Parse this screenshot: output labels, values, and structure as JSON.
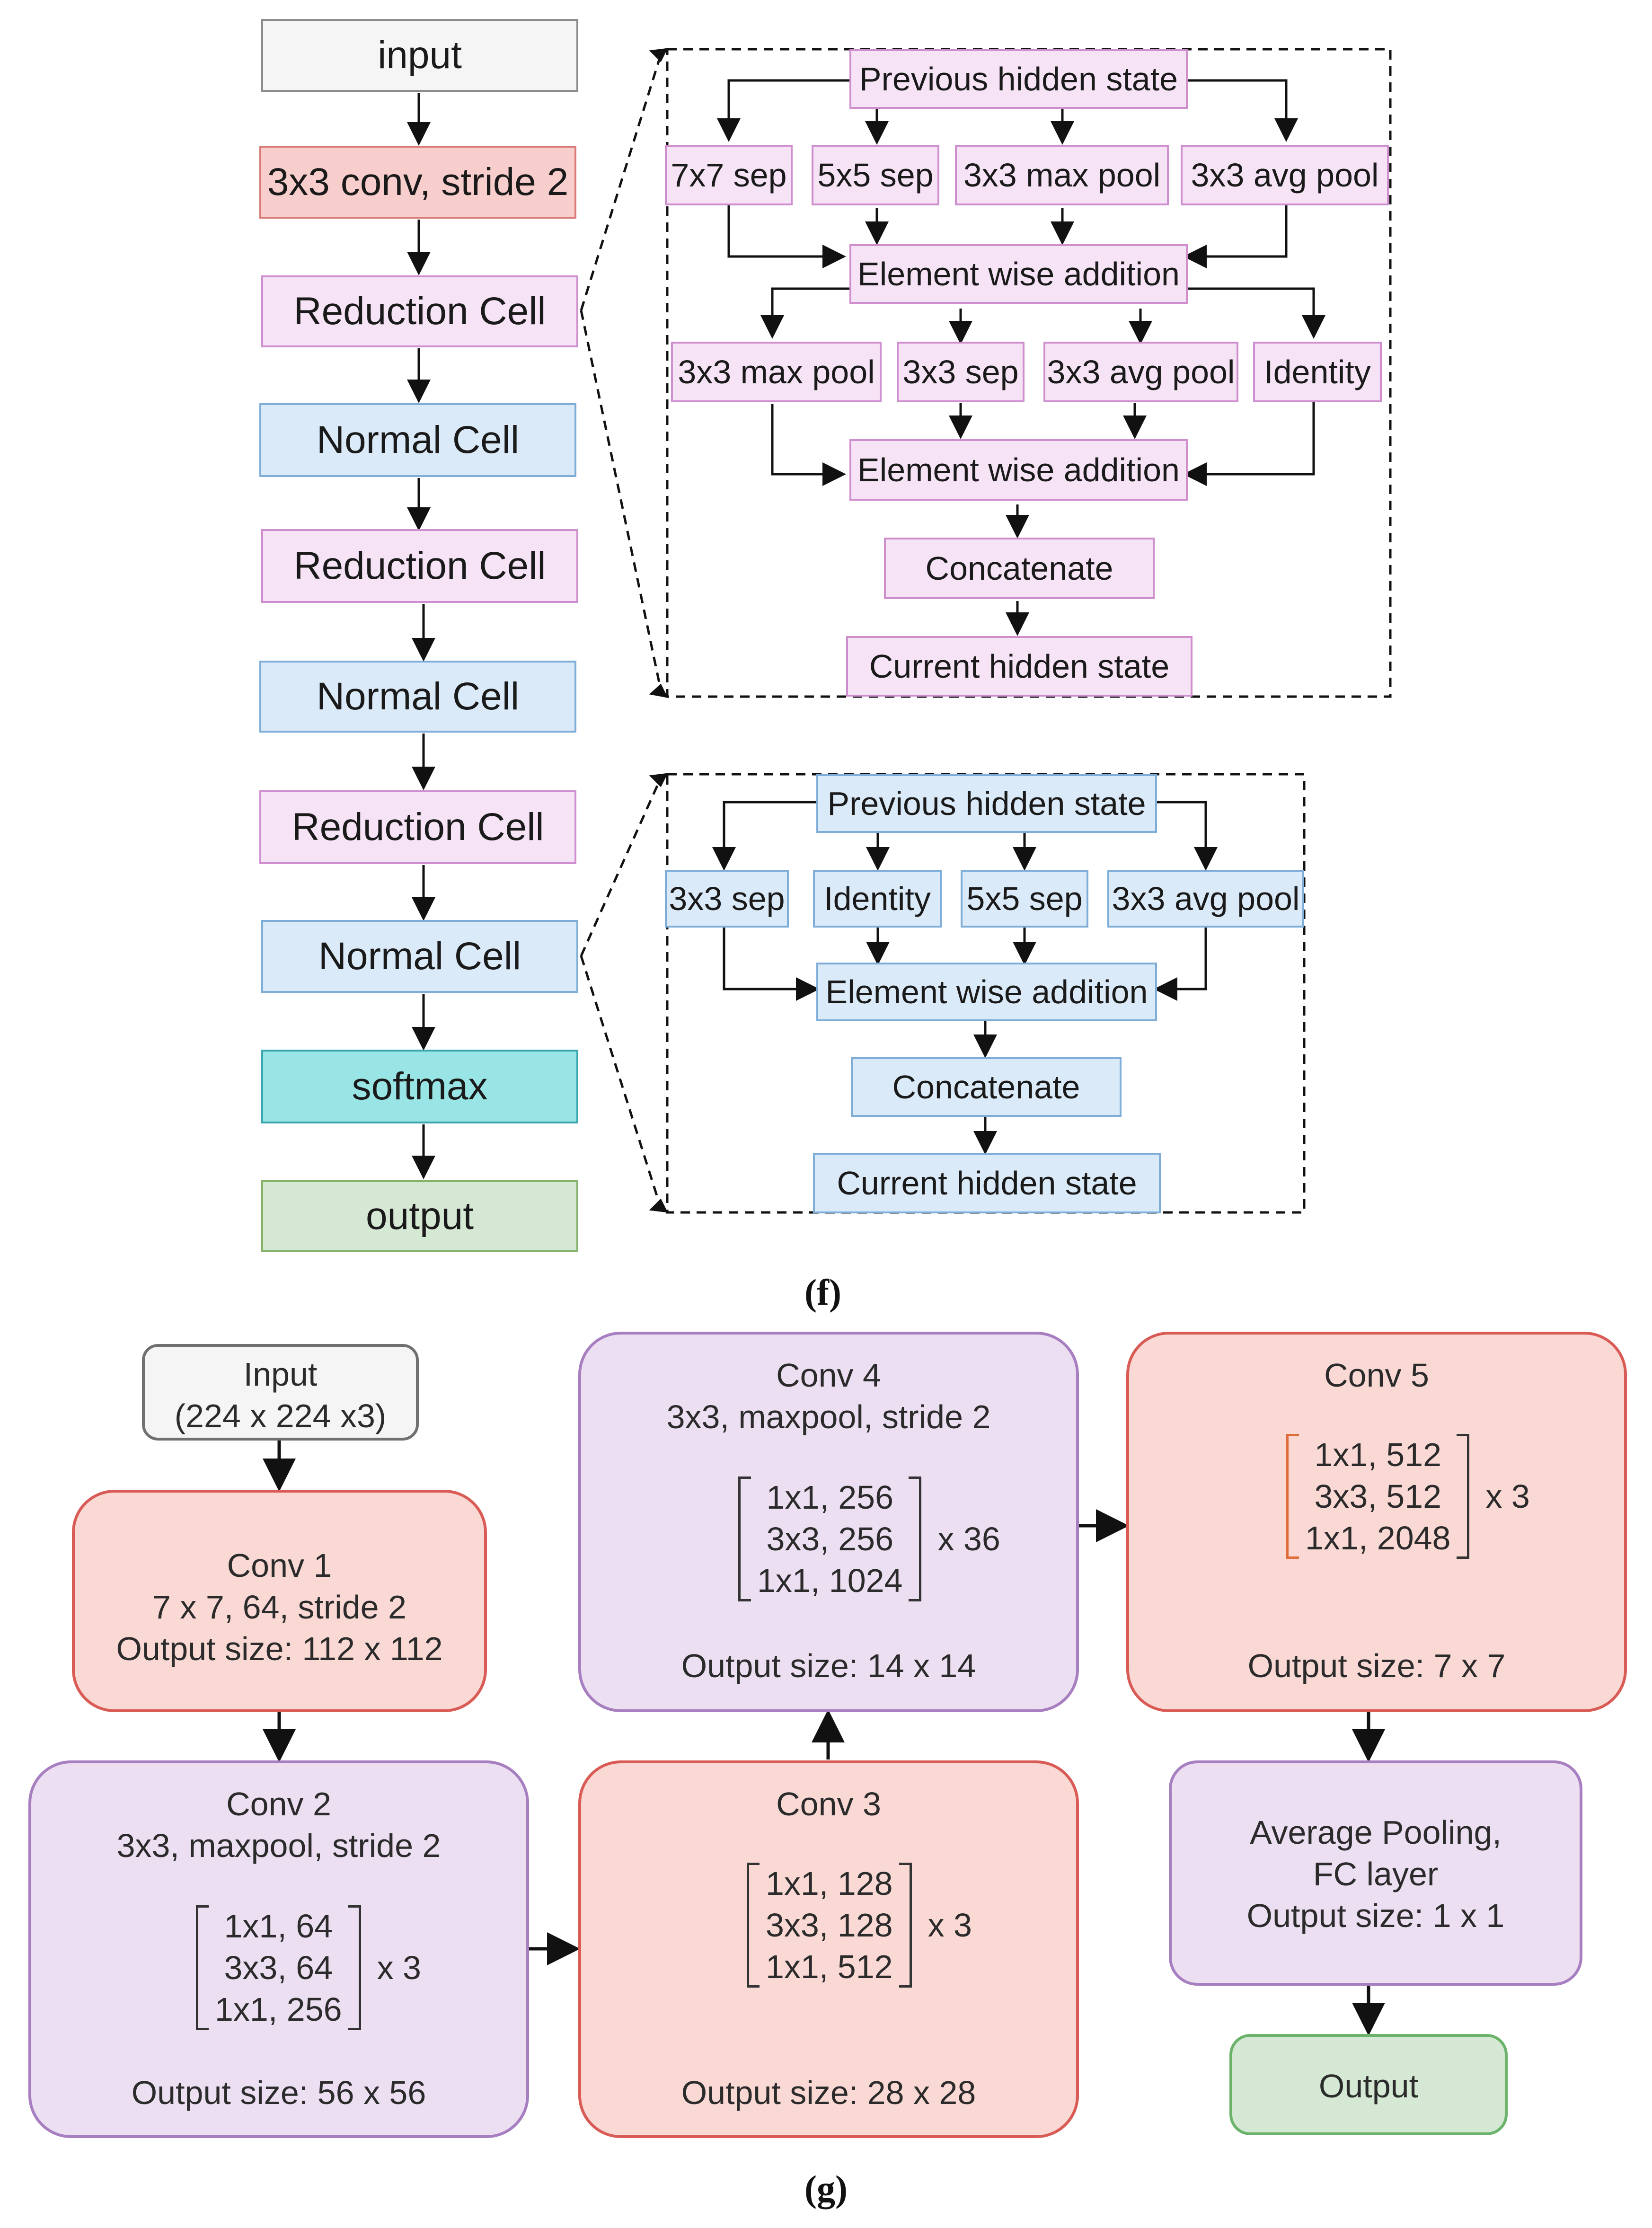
{
  "figure_f": {
    "caption": "(f)",
    "backbone": [
      "input",
      "3x3 conv, stride 2",
      "Reduction Cell",
      "Normal Cell",
      "Reduction Cell",
      "Normal Cell",
      "Reduction Cell",
      "Normal Cell",
      "softmax",
      "output"
    ],
    "reduction_cell": {
      "prev": "Previous hidden state",
      "ops1": [
        "7x7 sep",
        "5x5 sep",
        "3x3 max pool",
        "3x3 avg pool"
      ],
      "add1": "Element wise addition",
      "ops2": [
        "3x3 max pool",
        "3x3 sep",
        "3x3 avg pool",
        "Identity"
      ],
      "add2": "Element wise addition",
      "concat": "Concatenate",
      "current": "Current hidden state"
    },
    "normal_cell": {
      "prev": "Previous hidden state",
      "ops": [
        "3x3 sep",
        "Identity",
        "5x5 sep",
        "3x3 avg pool"
      ],
      "add": "Element wise addition",
      "concat": "Concatenate",
      "current": "Current hidden state"
    }
  },
  "figure_g": {
    "caption": "(g)",
    "input": [
      "Input",
      "(224 x 224 x3)"
    ],
    "conv1": [
      "Conv 1",
      "7 x 7, 64, stride 2",
      "Output size: 112 x 112"
    ],
    "conv2": {
      "title": [
        "Conv 2",
        "3x3, maxpool, stride 2"
      ],
      "matrix": [
        "1x1, 64",
        "3x3, 64",
        "1x1, 256"
      ],
      "repeat": "x 3",
      "output": "Output size: 56 x 56"
    },
    "conv3": {
      "title": [
        "Conv 3"
      ],
      "matrix": [
        "1x1, 128",
        "3x3, 128",
        "1x1, 512"
      ],
      "repeat": "x 3",
      "output": "Output size: 28 x 28"
    },
    "conv4": {
      "title": [
        "Conv 4",
        "3x3, maxpool, stride 2"
      ],
      "matrix": [
        "1x1, 256",
        "3x3, 256",
        "1x1, 1024"
      ],
      "repeat": "x 36",
      "output": "Output size: 14 x 14"
    },
    "conv5": {
      "title": [
        "Conv 5"
      ],
      "matrix": [
        "1x1, 512",
        "3x3, 512",
        "1x1, 2048"
      ],
      "repeat": "x 3",
      "output": "Output size: 7 x 7"
    },
    "avgpool": [
      "Average Pooling,",
      "FC layer",
      "Output size: 1 x 1"
    ],
    "output": "Output"
  }
}
